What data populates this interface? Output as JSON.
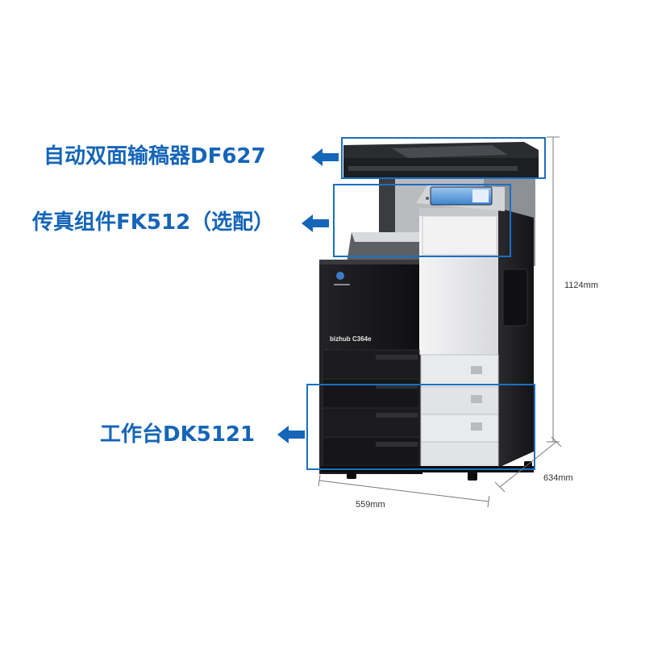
{
  "callouts": {
    "adf": "自动双面输稿器DF627",
    "fax": "传真组件FK512（选配）",
    "desk": "工作台DK5121"
  },
  "dimensions": {
    "height": "1124mm",
    "depth": "634mm",
    "width": "559mm"
  },
  "machine": {
    "brand_model": "bizhub C364e"
  },
  "colors": {
    "callout_blue": "#1565b8",
    "box_blue": "#1b6fc3",
    "body_black": "#1b1b1d",
    "panel_light": "#e7e8ea"
  }
}
